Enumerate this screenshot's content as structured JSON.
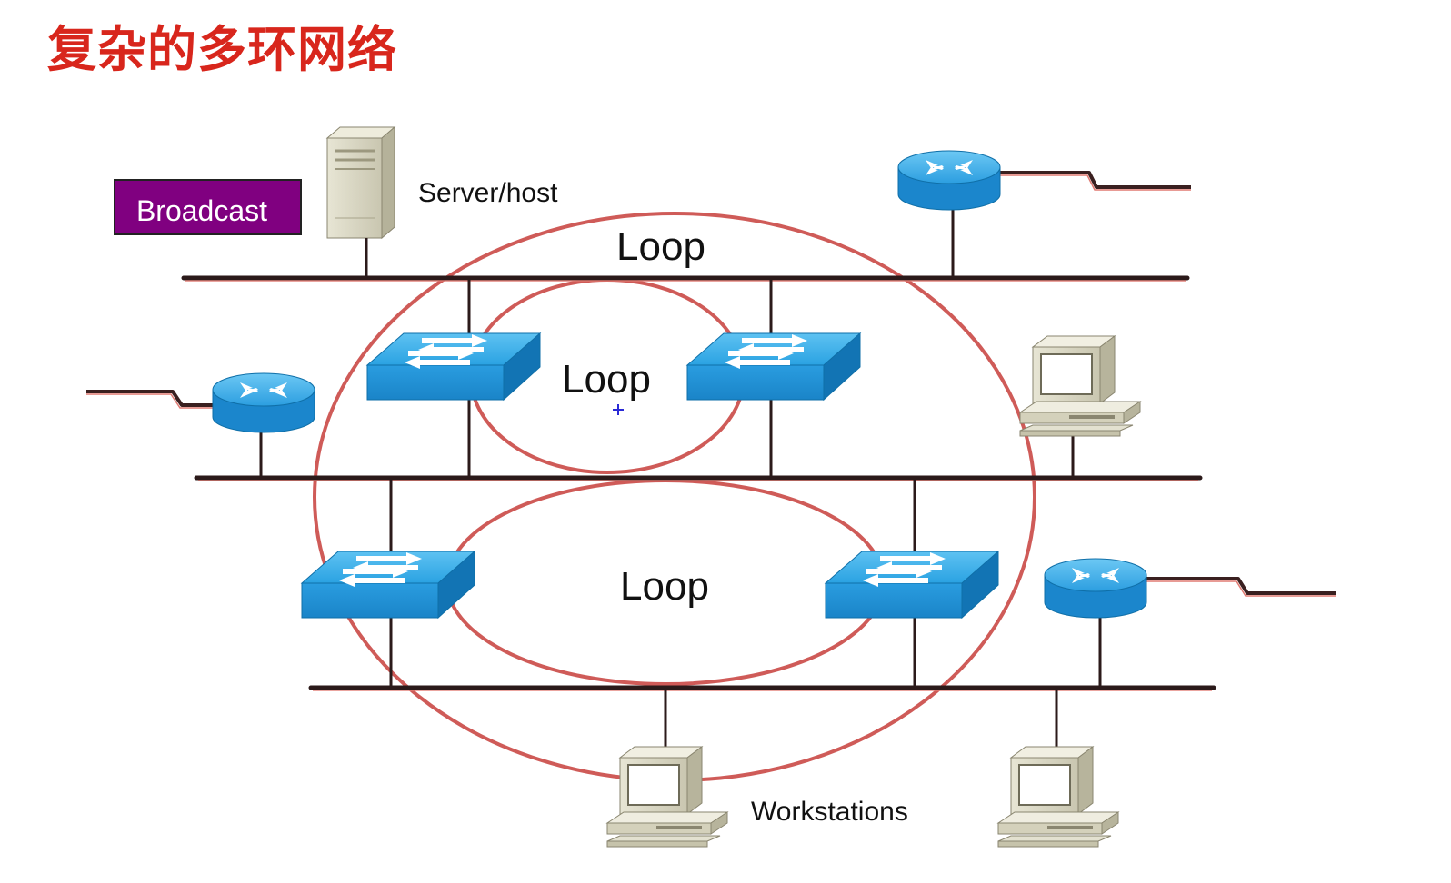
{
  "title": "复杂的多环网络",
  "badge": {
    "label": "Broadcast",
    "color": "#800080"
  },
  "labels": {
    "server": "Server/host",
    "loop_outer": "Loop",
    "loop_upper": "Loop",
    "loop_lower": "Loop",
    "workstations": "Workstations"
  },
  "colors": {
    "title": "#d8261c",
    "loop_ring": "#cf5b58",
    "segment": "#2b1a1a",
    "device_blue": "#1f8fd4",
    "cursor": "#2a2ad6"
  },
  "icons": {
    "server": "server-icon",
    "router": "router-icon",
    "switch": "switch-icon",
    "workstation": "workstation-icon"
  }
}
